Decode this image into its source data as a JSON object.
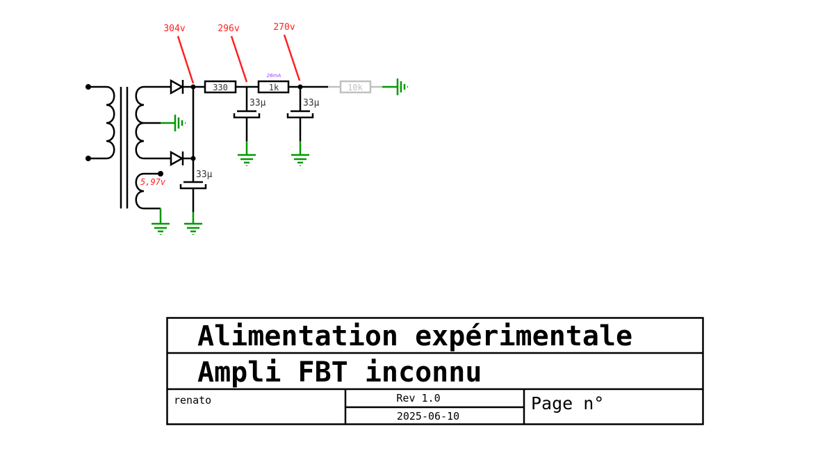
{
  "schematic": {
    "colors": {
      "wire": "#000000",
      "ground": "#009900",
      "annotation": "#ff2020",
      "current": "#9933ff",
      "disabled": "#c0c0c0",
      "component_text": "#333333"
    },
    "voltage_labels": [
      {
        "id": "v-rectifier",
        "text": "304v"
      },
      {
        "id": "v-after-330",
        "text": "296v"
      },
      {
        "id": "v-after-1k",
        "text": "270v"
      },
      {
        "id": "v-heater",
        "text": "5,97v"
      }
    ],
    "current_label": "26mA",
    "components": {
      "r1": {
        "type": "resistor",
        "value": "330"
      },
      "r2": {
        "type": "resistor",
        "value": "1k"
      },
      "r3": {
        "type": "resistor",
        "value": "10k",
        "state": "disabled"
      },
      "c1": {
        "type": "capacitor",
        "value": "33µ"
      },
      "c2": {
        "type": "capacitor",
        "value": "33µ"
      },
      "c3": {
        "type": "capacitor",
        "value": "33µ"
      },
      "d1": {
        "type": "diode"
      },
      "d2": {
        "type": "diode"
      },
      "t1": {
        "type": "transformer"
      }
    }
  },
  "title_block": {
    "title": "Alimentation expérimentale",
    "subtitle": "Ampli FBT inconnu",
    "author": "renato",
    "revision": "Rev 1.0",
    "date": "2025-06-10",
    "page_label": "Page n°"
  }
}
